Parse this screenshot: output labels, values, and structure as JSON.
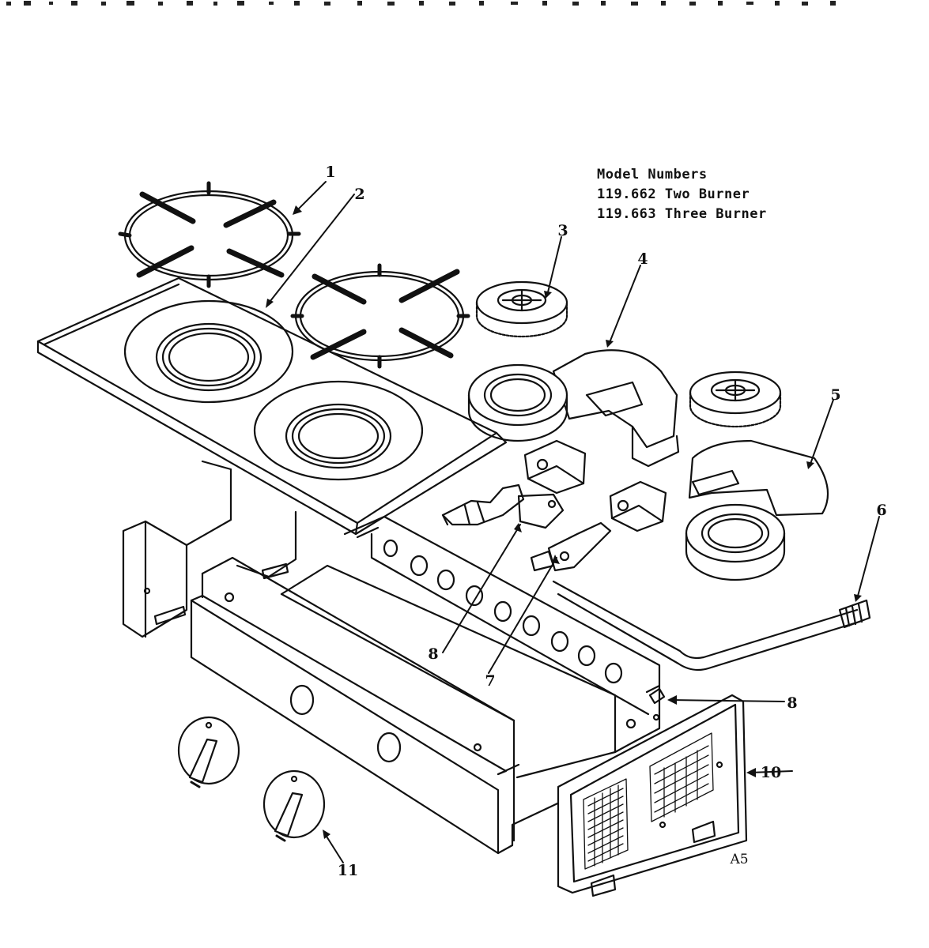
{
  "header": {
    "model_title": "Model Numbers",
    "models": [
      "119.662 Two Burner",
      "119.663 Three Burner"
    ]
  },
  "figure_code": "A5",
  "callouts": [
    {
      "id": "c1",
      "label": "1"
    },
    {
      "id": "c2",
      "label": "2"
    },
    {
      "id": "c3",
      "label": "3"
    },
    {
      "id": "c4",
      "label": "4"
    },
    {
      "id": "c5",
      "label": "5"
    },
    {
      "id": "c6",
      "label": "6"
    },
    {
      "id": "c7",
      "label": "7"
    },
    {
      "id": "c8",
      "label": "8"
    },
    {
      "id": "c9",
      "label": "8"
    },
    {
      "id": "c10",
      "label": "10"
    },
    {
      "id": "c11",
      "label": "11"
    }
  ],
  "colors": {
    "ink": "#111111",
    "paper": "#ffffff"
  }
}
